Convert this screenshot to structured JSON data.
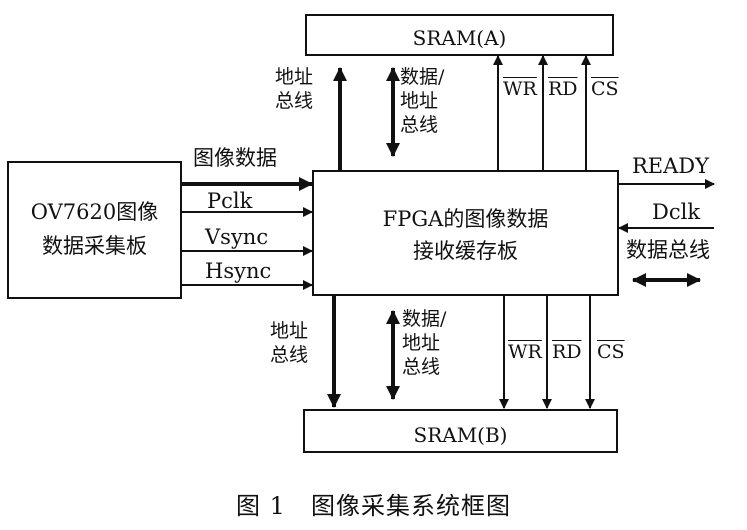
{
  "blocks": {
    "sram_a": "SRAM(A)",
    "sram_b": "SRAM(B)",
    "fpga_line1": "FPGA的图像数据",
    "fpga_line2": "接收缓存板",
    "ov_line1": "OV7620图像",
    "ov_line2": "数据采集板"
  },
  "signals": {
    "image_data": "图像数据",
    "pclk": "Pclk",
    "vsync": "Vsync",
    "hsync": "Hsync",
    "ready": "READY",
    "dclk": "Dclk",
    "data_bus": "数据总线",
    "addr_bus_1": "地址",
    "addr_bus_2": "总线",
    "data_addr_1": "数据/",
    "data_addr_2": "地址",
    "data_addr_3": "总线",
    "wr": "WR",
    "rd": "RD",
    "cs": "CS"
  },
  "caption": "图 1　图像采集系统框图"
}
